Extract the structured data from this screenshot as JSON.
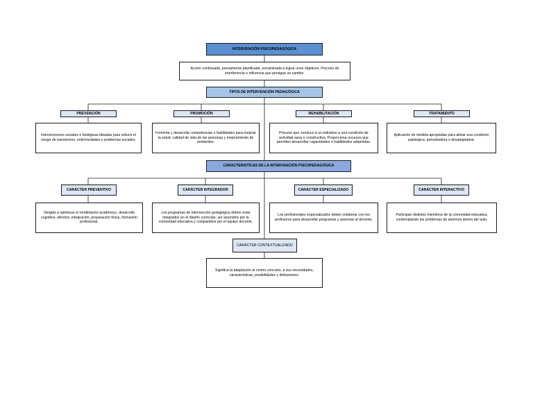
{
  "main": {
    "title": "INTERVENCIÓN PSICOPEDAGÓGICA",
    "definition": "Acción continuada, previamente planificada, encaminada a lograr unos objetivos. Proceso de interferencia o influencia que persigue un cambio."
  },
  "types": {
    "title": "TIPOS DE INTERVENCIÓN PEDAGÓGICA",
    "items": [
      {
        "label": "PREVENCIÓN",
        "description": "Intervenciones sociales o biológicas ideadas para reducir el riesgo de transtornos, enfermedades o problemas sociales."
      },
      {
        "label": "PROMOCIÓN",
        "description": "Fomenta y desarrolla competencias o habilidades para mejorar la salud, calidad de  vida de las personas y mejoramiento de ambientes."
      },
      {
        "label": "REHABILITACIÓN",
        "description": "Proceso que conduce a un individuo a una condición de actividad sana o constructiva. Proporciona recursos que permiten desarrollar capacidades o habilidades adquiridas."
      },
      {
        "label": "TRATAMIENTO",
        "description": "Aplicación de medida apropiadas para aliviar una condición patológica, perturbadora  o desadaptativa."
      }
    ]
  },
  "characteristics": {
    "title": "CARACTERISTICAS DE LA INTERVENCIÓN PSICOPEDAGÓGICA",
    "items": [
      {
        "label": "CARÁCTER PREVENTIVO",
        "description": "Dirigido a optimizar el rendimiento académico, desarrollo cognitivo, afectivo, integración, preparación física, formación profesional."
      },
      {
        "label": "CARÁCTER INTEGRADOR",
        "description": "Los programas de intervención pedagógica deben estar integrados en el diseño curricular, ser asumidos por la comunidad educativa y compartidos por el equipo docente."
      },
      {
        "label": "CARÁCTER ESPECIALIZADO",
        "description": "Los profesionales especializados deben colaborar con los profesores para desarrollar programas y asesorar al docente."
      },
      {
        "label": "CARÁCTER  INTERACTIVO",
        "description": "Participan distintos miembros de la comunidad educativa, contemplando los problemas de alumnos dentro del aula."
      }
    ],
    "contextual": {
      "label": "CARÁCTER CONTEXTUALIZADO",
      "description": "Significa la adaptación al centro concreto, a sus necesidades, características, posibilidades y limitaciones."
    }
  }
}
